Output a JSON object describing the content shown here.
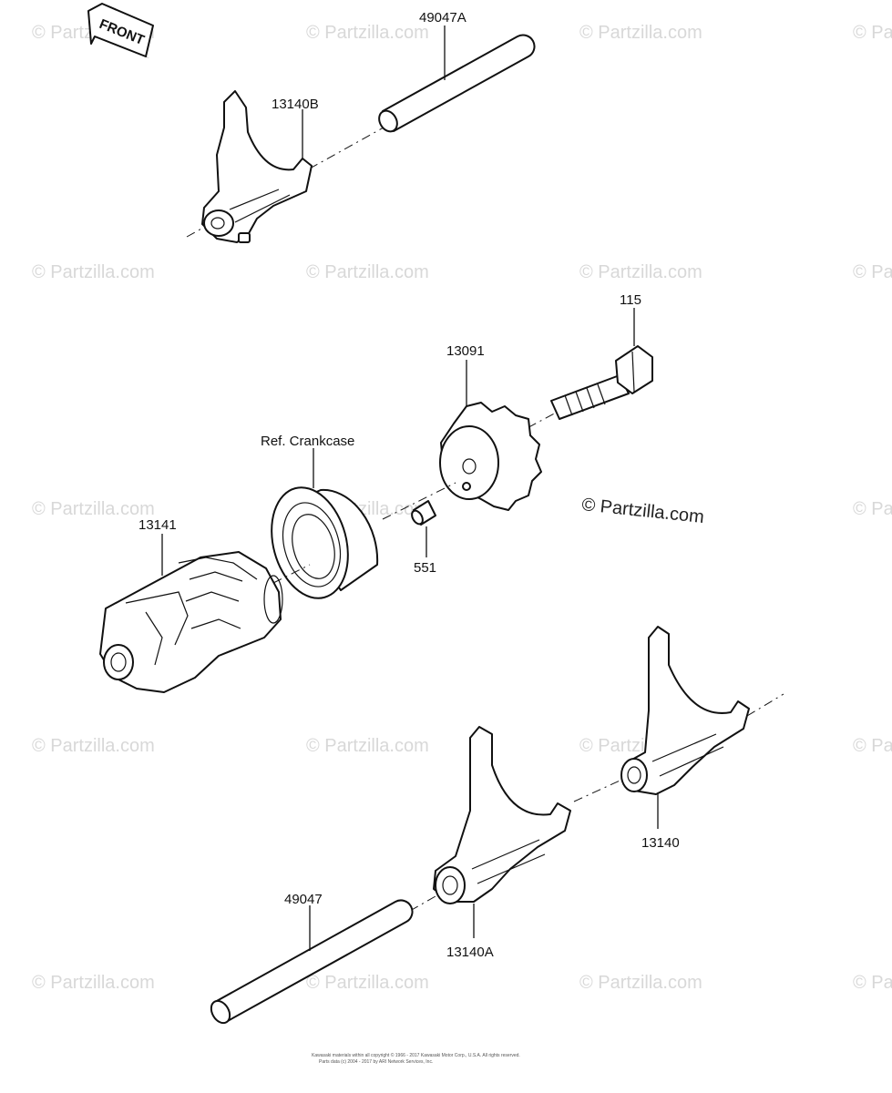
{
  "watermark": "© Partzilla.com",
  "copyright_text": "© Partzilla.com",
  "front_label": "FRONT",
  "labels": {
    "shaft_a": "49047A",
    "fork_b": "13140B",
    "bolt": "115",
    "cam_plate": "13091",
    "crankcase": "Ref. Crankcase",
    "drum": "13141",
    "pin": "551",
    "shaft": "49047",
    "fork": "13140",
    "fork_a": "13140A"
  },
  "footer": {
    "line1": "Kawasaki materials within all copyright © 1966 - 2017 Kawasaki Motor Corp., U.S.A. All rights reserved.",
    "line2": "Parts data (c) 2004 - 2017 by ARI Network Services, Inc."
  }
}
